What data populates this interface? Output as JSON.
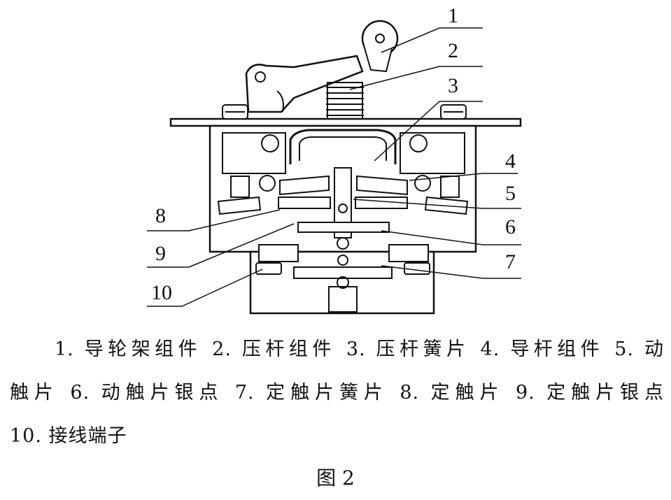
{
  "callouts": [
    "1",
    "2",
    "3",
    "4",
    "5",
    "6",
    "7",
    "8",
    "9",
    "10"
  ],
  "caption": {
    "line1": "1. 导轮架组件 2. 压杆组件 3. 压杆簧片 4. 导杆组件 5. 动",
    "line2": "触片 6. 动触片银点 7. 定触片簧片 8. 定触片 9. 定触片银点",
    "line3": "10. 接线端子"
  },
  "figure_label": "图 2"
}
